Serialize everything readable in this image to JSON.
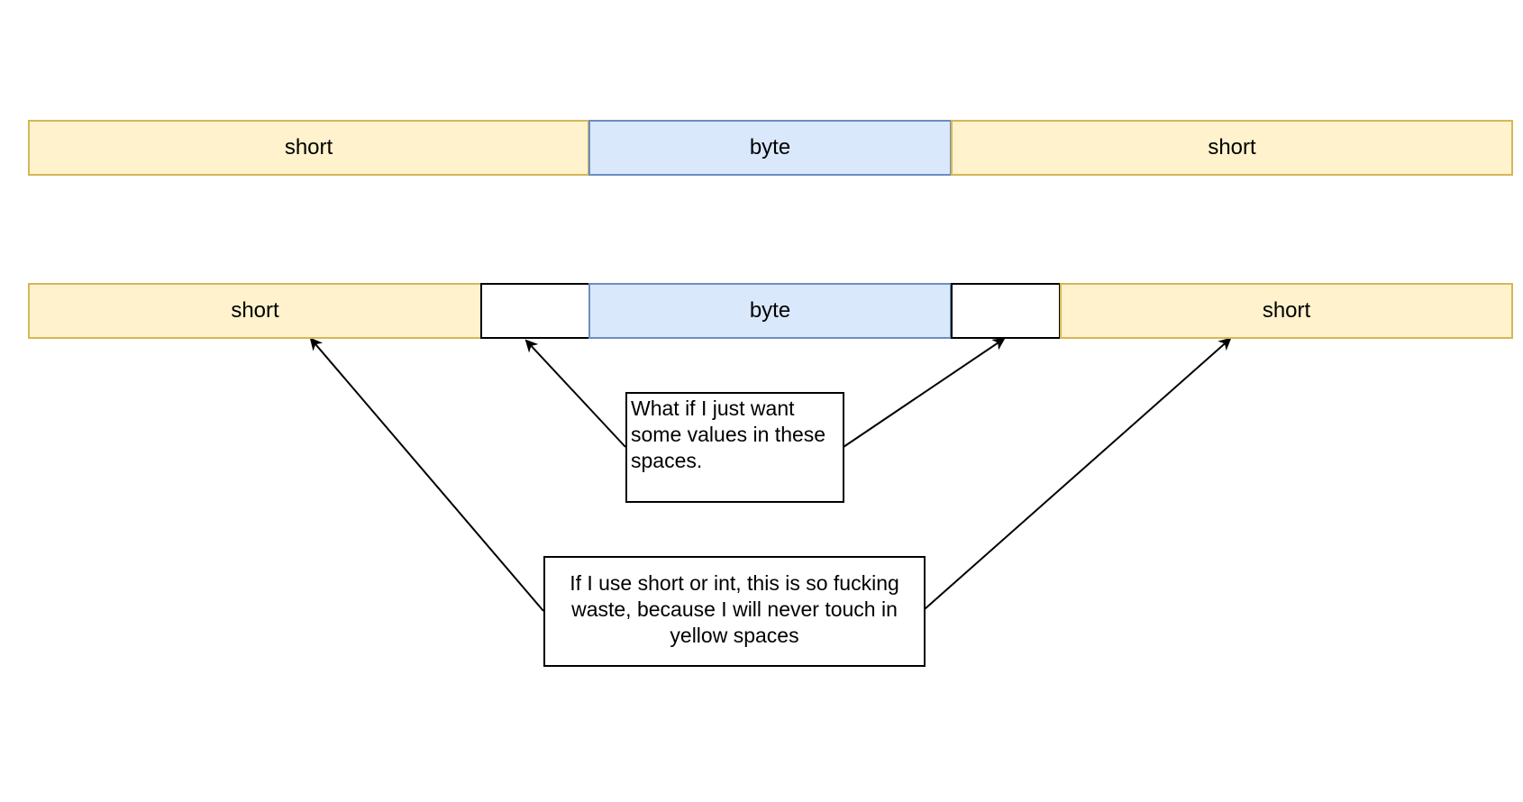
{
  "colors": {
    "short_fill": "#fff2cc",
    "short_stroke": "#d6b656",
    "byte_fill": "#dae8fc",
    "byte_stroke": "#6c8ebf",
    "padding_fill": "#ffffff",
    "padding_stroke": "#000000",
    "arrow": "#000000"
  },
  "row1": {
    "short_left": "short",
    "byte": "byte",
    "short_right": "short"
  },
  "row2": {
    "short_left": "short",
    "pad_left": "",
    "byte": "byte",
    "pad_right": "",
    "short_right": "short"
  },
  "notes": {
    "question": "What if I just want some values in these spaces.",
    "waste": "If I use short or int, this is so fucking waste, because I will never touch in yellow spaces"
  }
}
